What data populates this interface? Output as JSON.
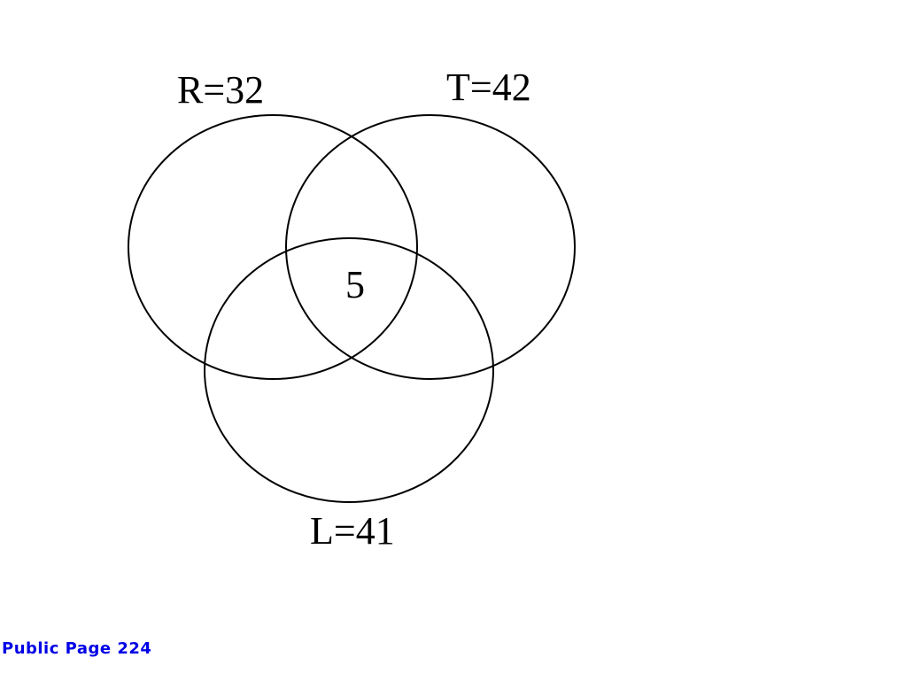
{
  "diagram": {
    "type": "venn",
    "sets": [
      {
        "key": "R",
        "label": "R=32"
      },
      {
        "key": "T",
        "label": "T=42"
      },
      {
        "key": "L",
        "label": "L=41"
      }
    ],
    "center_value": "5",
    "stroke_color": "#000000"
  },
  "footer": {
    "text": "Public Page 224",
    "color": "#0000e6"
  }
}
